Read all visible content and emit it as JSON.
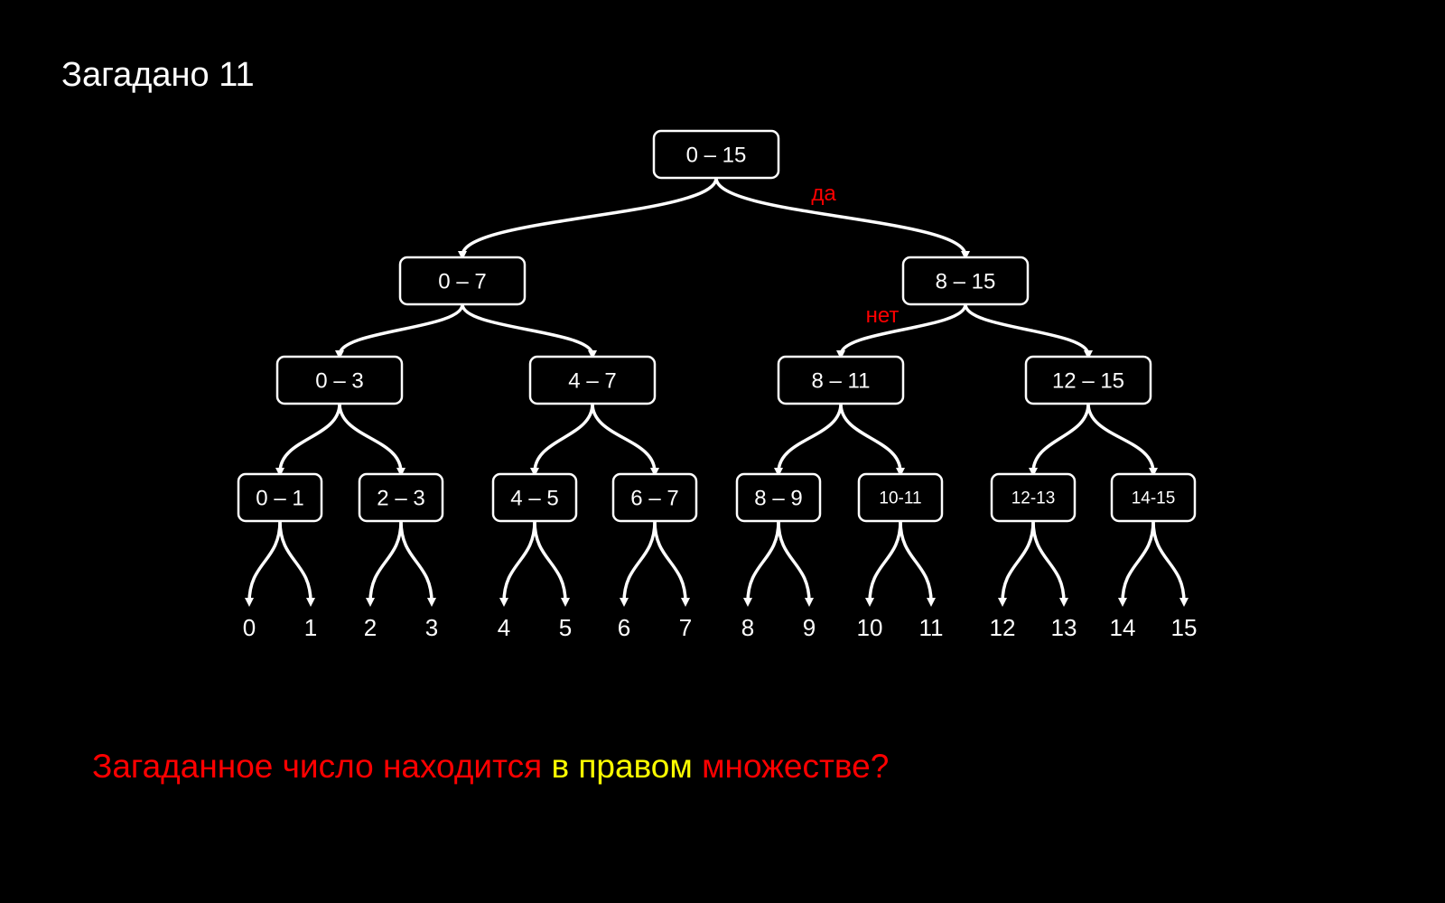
{
  "title": "Загадано 11",
  "tree": {
    "root": "0 – 15",
    "level1": [
      "0 – 7",
      "8 – 15"
    ],
    "level2": [
      "0 – 3",
      "4 – 7",
      "8 – 11",
      "12 – 15"
    ],
    "level3": [
      "0 – 1",
      "2 – 3",
      "4 – 5",
      "6 – 7",
      "8 – 9",
      "10-11",
      "12-13",
      "14-15"
    ],
    "leaves": [
      "0",
      "1",
      "2",
      "3",
      "4",
      "5",
      "6",
      "7",
      "8",
      "9",
      "10",
      "11",
      "12",
      "13",
      "14",
      "15"
    ]
  },
  "edge_labels": {
    "yes": "да",
    "no": "нет"
  },
  "question": {
    "part1": "Загаданное число находится ",
    "part2": "в правом",
    "part3": " множестве?"
  },
  "colors": {
    "background": "#000000",
    "foreground": "#ffffff",
    "accent_red": "#ff0000",
    "accent_yellow": "#ffff00"
  }
}
